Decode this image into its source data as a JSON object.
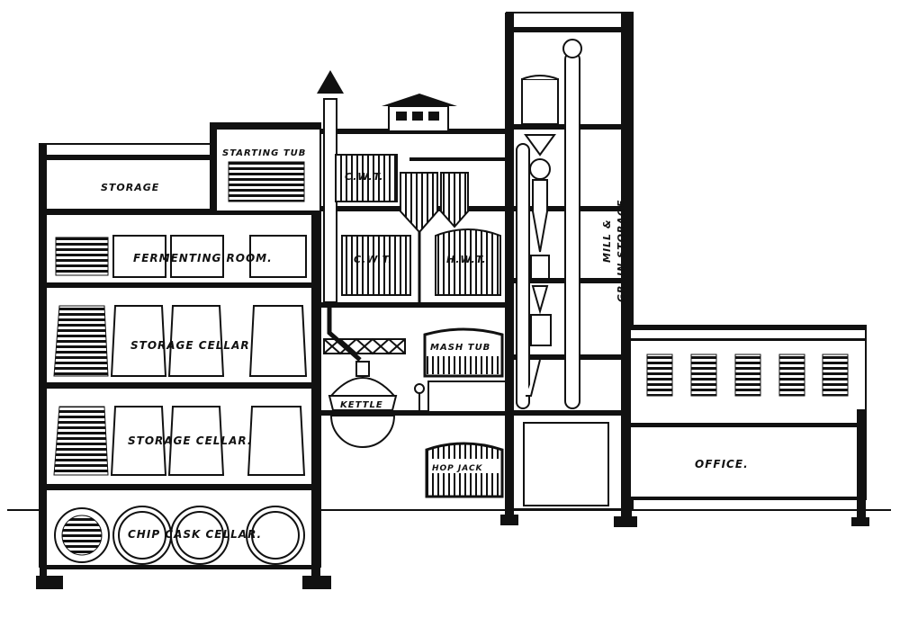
{
  "diagram": {
    "title": "Brewery cross-section",
    "labels": {
      "storage": "STORAGE",
      "starting_tub": "STARTING TUB",
      "fermenting_room": "FERMENTING ROOM.",
      "storage_cellar_1": "STORAGE CELLAR",
      "storage_cellar_2": "STORAGE CELLAR.",
      "chip_cask_cellar": "CHIP CASK CELLAR.",
      "cwt_top": "C.W.T.",
      "cwt_mid": "C.W.T.",
      "hwt": "H.W.T.",
      "mash_tub": "MASH TUB",
      "kettle": "KETTLE",
      "hop_jack": "HOP JACK",
      "mill_grain_1": "MILL &",
      "mill_grain_2": "GRAIN STORAGE.",
      "office": "OFFICE."
    },
    "colors": {
      "ink": "#111111",
      "paper": "#ffffff"
    }
  }
}
